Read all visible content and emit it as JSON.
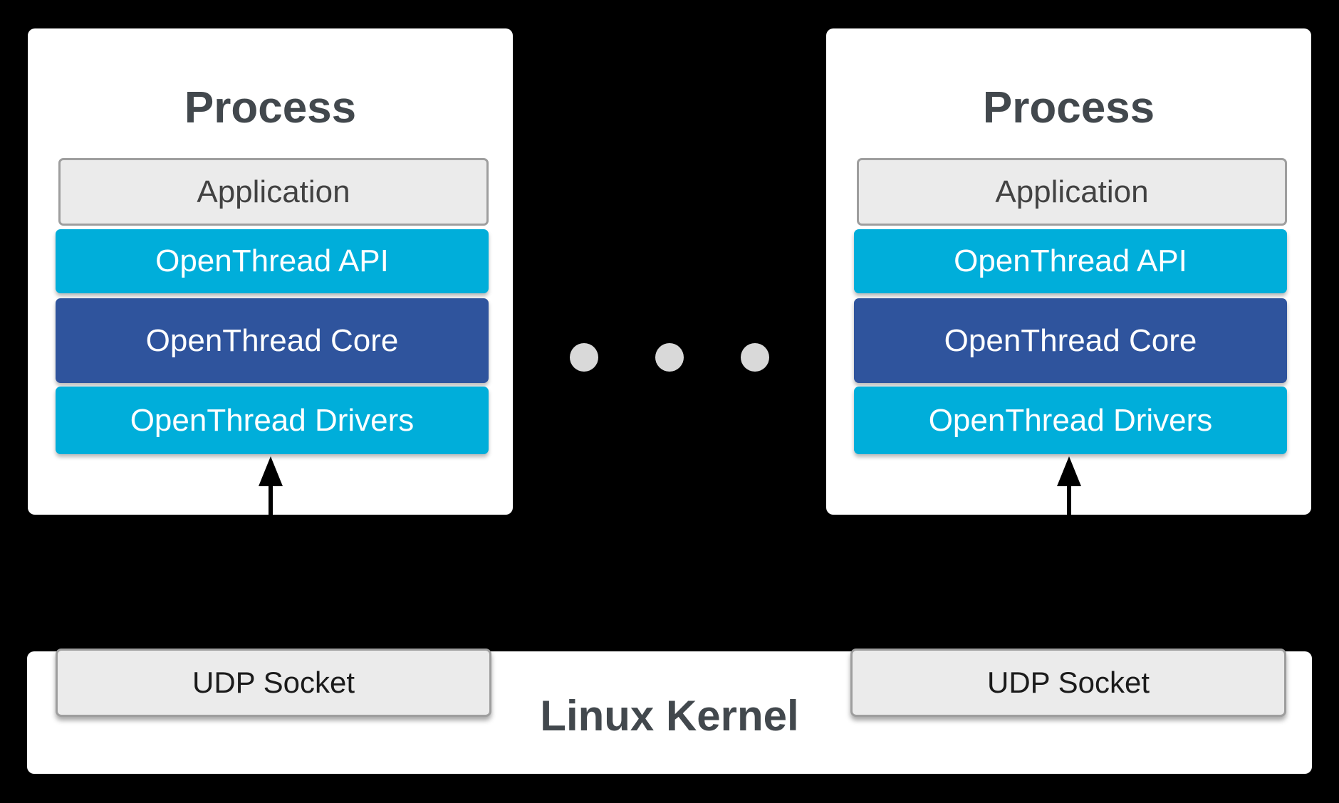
{
  "diagram": {
    "background_color": "#000000",
    "palette": {
      "cyan": "#00AEDA",
      "dark_blue": "#2F549D",
      "panel_white": "#FFFFFF",
      "box_gray": "#EBEBEB",
      "box_border_gray": "#9E9E9E",
      "dark_title_text": "#42484D",
      "layer_text_white": "#FFFFFF",
      "dot_gray": "#D9D9D9",
      "arrow_black": "#000000"
    },
    "processes": [
      {
        "title": "Process",
        "layers": [
          {
            "label": "Application"
          },
          {
            "label": "OpenThread API"
          },
          {
            "label": "OpenThread Core"
          },
          {
            "label": "OpenThread Drivers"
          }
        ]
      },
      {
        "title": "Process",
        "layers": [
          {
            "label": "Application"
          },
          {
            "label": "OpenThread API"
          },
          {
            "label": "OpenThread Core"
          },
          {
            "label": "OpenThread Drivers"
          }
        ]
      }
    ],
    "ellipsis": {
      "dot_count": 3
    },
    "kernel": {
      "title": "Linux Kernel",
      "sockets": [
        {
          "label": "UDP Socket"
        },
        {
          "label": "UDP Socket"
        }
      ]
    }
  }
}
